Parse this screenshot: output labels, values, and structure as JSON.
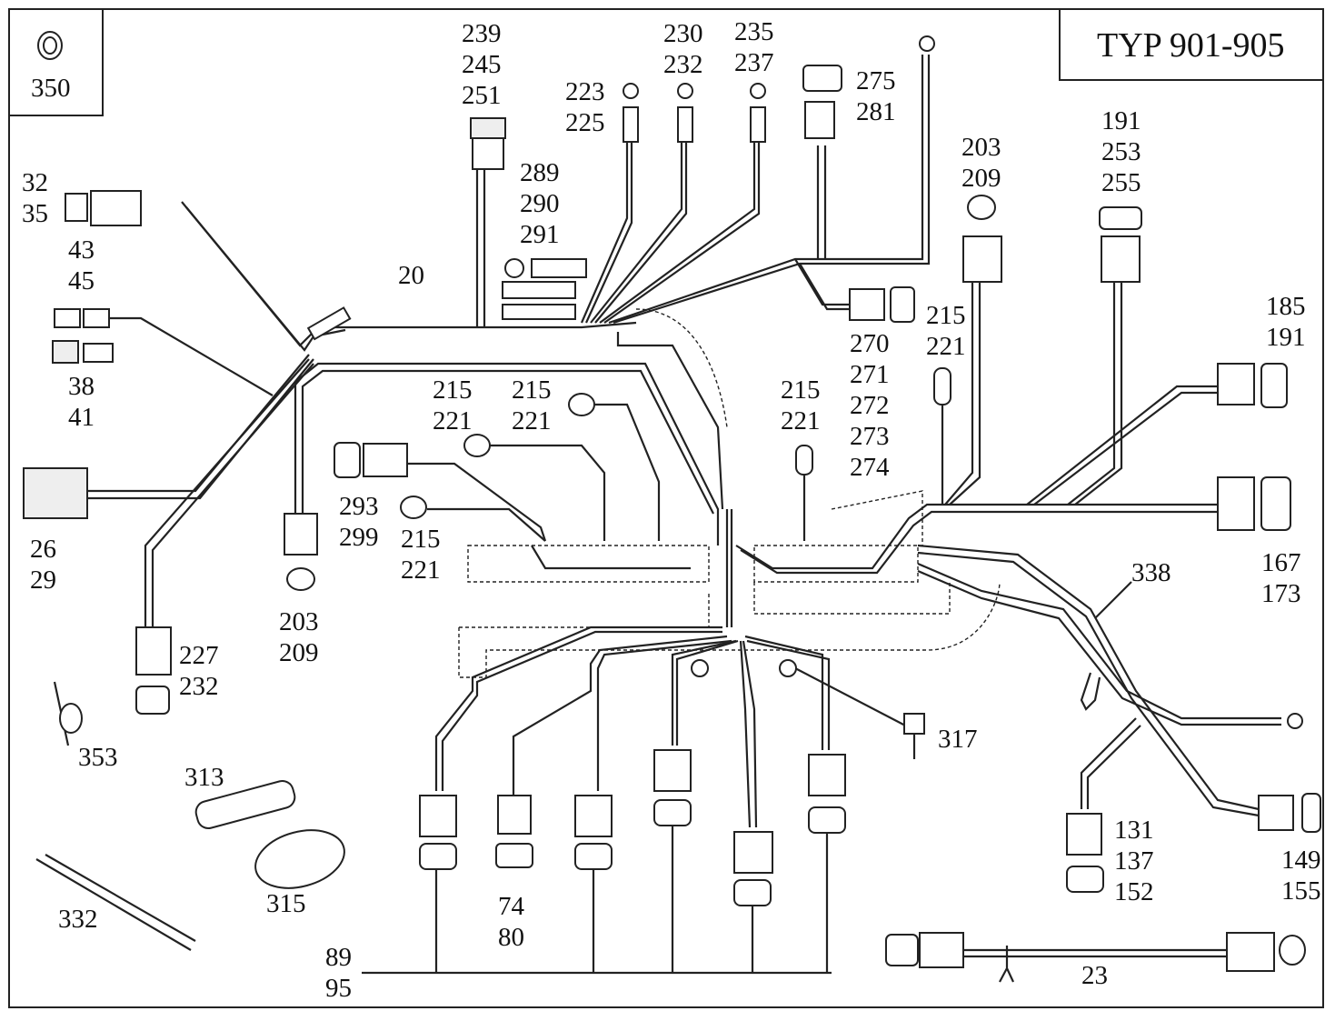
{
  "title": "TYP 901-905",
  "inset_label": "350",
  "main_harness_label": "20",
  "callouts": [
    {
      "id": "c239",
      "lines": [
        "239",
        "245",
        "251"
      ]
    },
    {
      "id": "c230",
      "lines": [
        "230",
        "232"
      ]
    },
    {
      "id": "c235",
      "lines": [
        "235",
        "237"
      ]
    },
    {
      "id": "c223",
      "lines": [
        "223",
        "225"
      ]
    },
    {
      "id": "c275",
      "lines": [
        "275",
        "281"
      ]
    },
    {
      "id": "c191a",
      "lines": [
        "191",
        "253",
        "255"
      ]
    },
    {
      "id": "c203a",
      "lines": [
        "203",
        "209"
      ]
    },
    {
      "id": "c32",
      "lines": [
        "32",
        "35"
      ]
    },
    {
      "id": "c43",
      "lines": [
        "43",
        "45"
      ]
    },
    {
      "id": "c289",
      "lines": [
        "289",
        "290",
        "291"
      ]
    },
    {
      "id": "c38",
      "lines": [
        "38",
        "41"
      ]
    },
    {
      "id": "c215a",
      "lines": [
        "215",
        "221"
      ]
    },
    {
      "id": "c215b",
      "lines": [
        "215",
        "221"
      ]
    },
    {
      "id": "c215c",
      "lines": [
        "215",
        "221"
      ]
    },
    {
      "id": "c215d",
      "lines": [
        "215",
        "221"
      ]
    },
    {
      "id": "c215e",
      "lines": [
        "215",
        "221"
      ]
    },
    {
      "id": "c270",
      "lines": [
        "270",
        "271",
        "272",
        "273",
        "274"
      ]
    },
    {
      "id": "c185",
      "lines": [
        "185",
        "191"
      ]
    },
    {
      "id": "c293",
      "lines": [
        "293",
        "299"
      ]
    },
    {
      "id": "c26",
      "lines": [
        "26",
        "29"
      ]
    },
    {
      "id": "c203b",
      "lines": [
        "203",
        "209"
      ]
    },
    {
      "id": "c167",
      "lines": [
        "167",
        "173"
      ]
    },
    {
      "id": "c338",
      "lines": [
        "338"
      ]
    },
    {
      "id": "c227",
      "lines": [
        "227",
        "232"
      ]
    },
    {
      "id": "c317",
      "lines": [
        "317"
      ]
    },
    {
      "id": "c353",
      "lines": [
        "353"
      ]
    },
    {
      "id": "c313",
      "lines": [
        "313"
      ]
    },
    {
      "id": "c315",
      "lines": [
        "315"
      ]
    },
    {
      "id": "c332",
      "lines": [
        "332"
      ]
    },
    {
      "id": "c74",
      "lines": [
        "74",
        "80"
      ]
    },
    {
      "id": "c131",
      "lines": [
        "131",
        "137",
        "152"
      ]
    },
    {
      "id": "c149",
      "lines": [
        "149",
        "155"
      ]
    },
    {
      "id": "c89",
      "lines": [
        "89",
        "95"
      ]
    },
    {
      "id": "c23",
      "lines": [
        "23"
      ]
    }
  ]
}
